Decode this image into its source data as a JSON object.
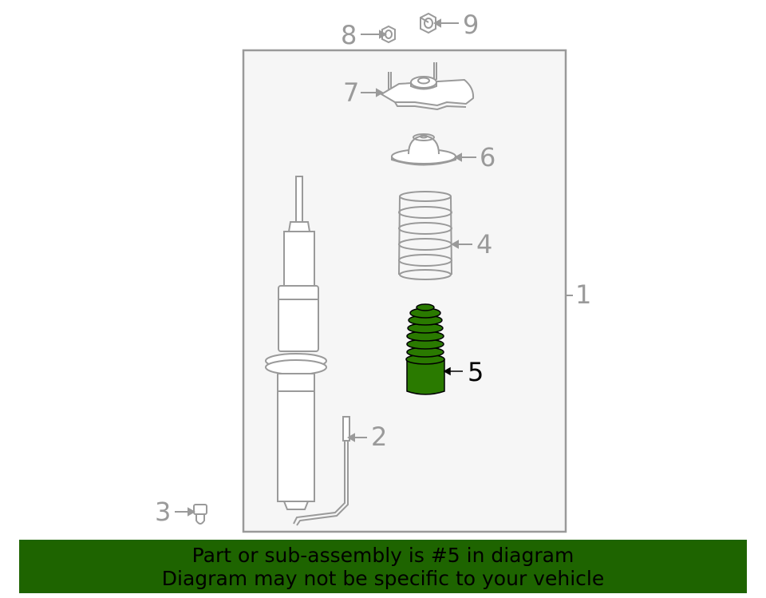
{
  "diagram": {
    "callouts": [
      {
        "id": "1",
        "label": "1"
      },
      {
        "id": "2",
        "label": "2"
      },
      {
        "id": "3",
        "label": "3"
      },
      {
        "id": "4",
        "label": "4"
      },
      {
        "id": "5",
        "label": "5"
      },
      {
        "id": "6",
        "label": "6"
      },
      {
        "id": "7",
        "label": "7"
      },
      {
        "id": "8",
        "label": "8"
      },
      {
        "id": "9",
        "label": "9"
      }
    ],
    "highlighted_part": "5",
    "colors": {
      "line": "#9a9a9a",
      "panel": "#f6f6f6",
      "highlight_fill": "#2a7a00",
      "highlight_text": "#000000",
      "banner": "#1e6400"
    }
  },
  "banner": {
    "line1": "Part or sub-assembly is #5 in diagram",
    "line2": "Diagram may not be specific to your vehicle"
  }
}
